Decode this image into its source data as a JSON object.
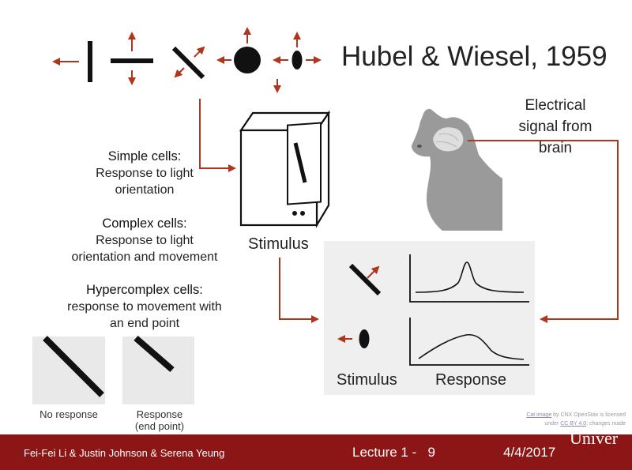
{
  "title": "Hubel & Wiesel, 1959",
  "electrical_signal": [
    "Electrical",
    "signal from",
    "brain"
  ],
  "cell_types": [
    {
      "heading": "Simple cells",
      "suffix": ":",
      "lines": [
        "Response to light",
        "orientation"
      ]
    },
    {
      "heading": "Complex cells",
      "suffix": ":",
      "lines": [
        "Response to light",
        "orientation and movement"
      ]
    },
    {
      "heading": "Hypercomplex cells",
      "suffix": ":",
      "lines": [
        "response to movement with",
        "an end point"
      ]
    }
  ],
  "examples": {
    "no_response": "No response",
    "response_line1": "Response",
    "response_line2": "(end point)"
  },
  "stimulus_label": "Stimulus",
  "panel": {
    "stimulus_label": "Stimulus",
    "response_label": "Response"
  },
  "credit": {
    "line1_link": "Cat image",
    "line1_rest": "by CNX OpenStax is licensed",
    "line2_pre": "under",
    "line2_link": "CC BY 4.0",
    "line2_rest": "; changes made"
  },
  "footer": {
    "authors": "Fei-Fei Li & Justin Johnson & Serena Yeung",
    "lecture": "Lecture 1 -",
    "slide": "9",
    "date": "4/4/2017",
    "university": "Univer"
  },
  "colors": {
    "accent_arrow": "#b2341d",
    "footer_bg": "#8c1515",
    "panel_bg": "#efefef"
  }
}
